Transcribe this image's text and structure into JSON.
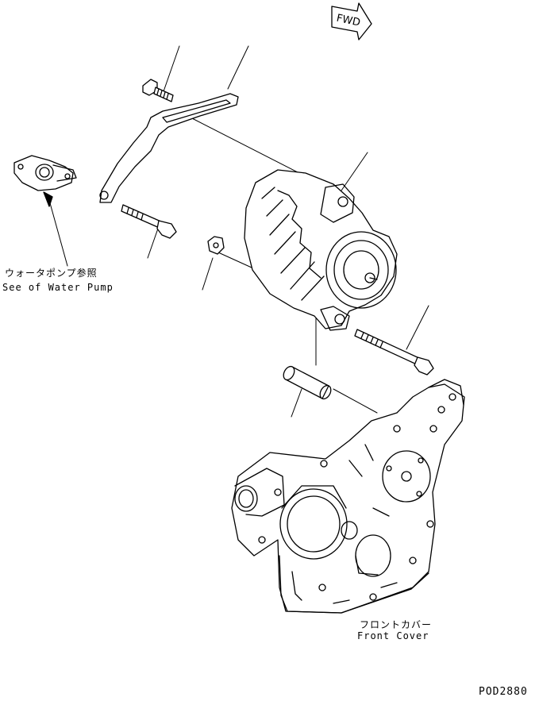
{
  "labels": {
    "water_pump_jp": "ウォータポンプ参照",
    "water_pump_en": "See of Water Pump",
    "front_cover_jp": "フロントカバー",
    "front_cover_en": "Front Cover",
    "fwd": "FWD",
    "drawing_code": "POD2880"
  }
}
